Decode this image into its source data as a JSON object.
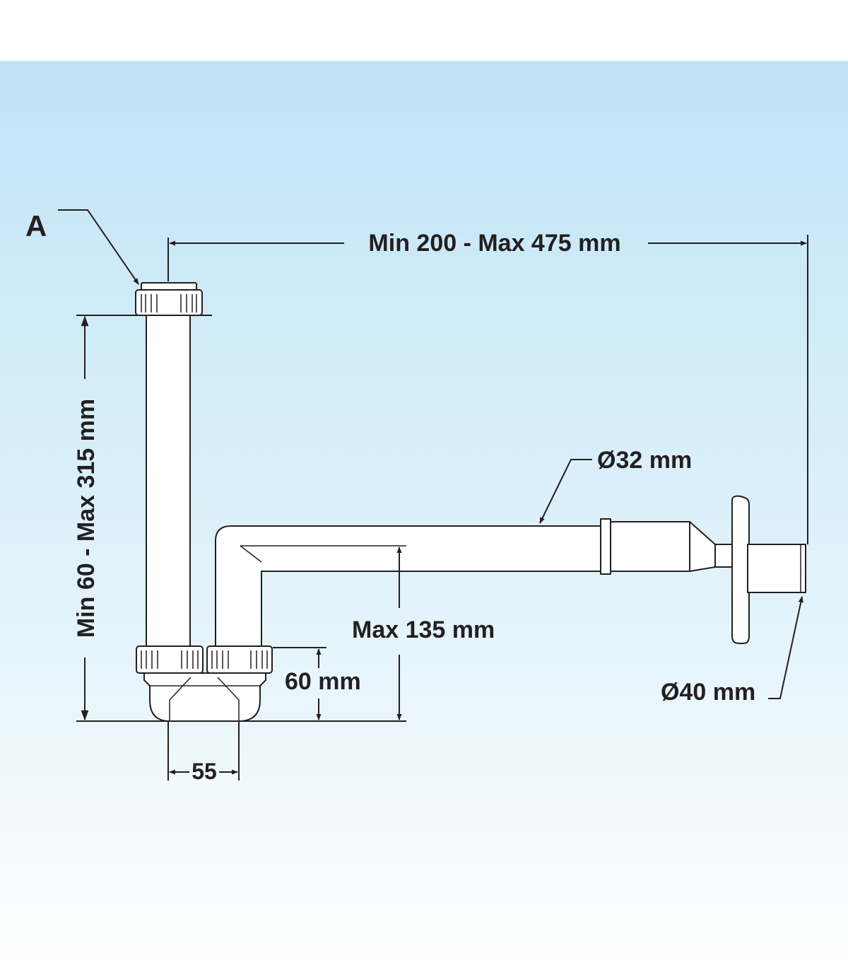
{
  "diagram": {
    "label_a": "A",
    "dim_width": "Min 200 - Max 475 mm",
    "dim_height": "Min 60 - Max 315 mm",
    "dim_pipe_diameter": "Ø32 mm",
    "dim_outlet_diameter": "Ø40 mm",
    "dim_trap_height": "Max 135 mm",
    "dim_cup_height": "60 mm",
    "dim_trap_width": "55"
  },
  "colors": {
    "line": "#231f20",
    "background_top": "#bfe4f6",
    "background_bottom": "#ffffff"
  }
}
